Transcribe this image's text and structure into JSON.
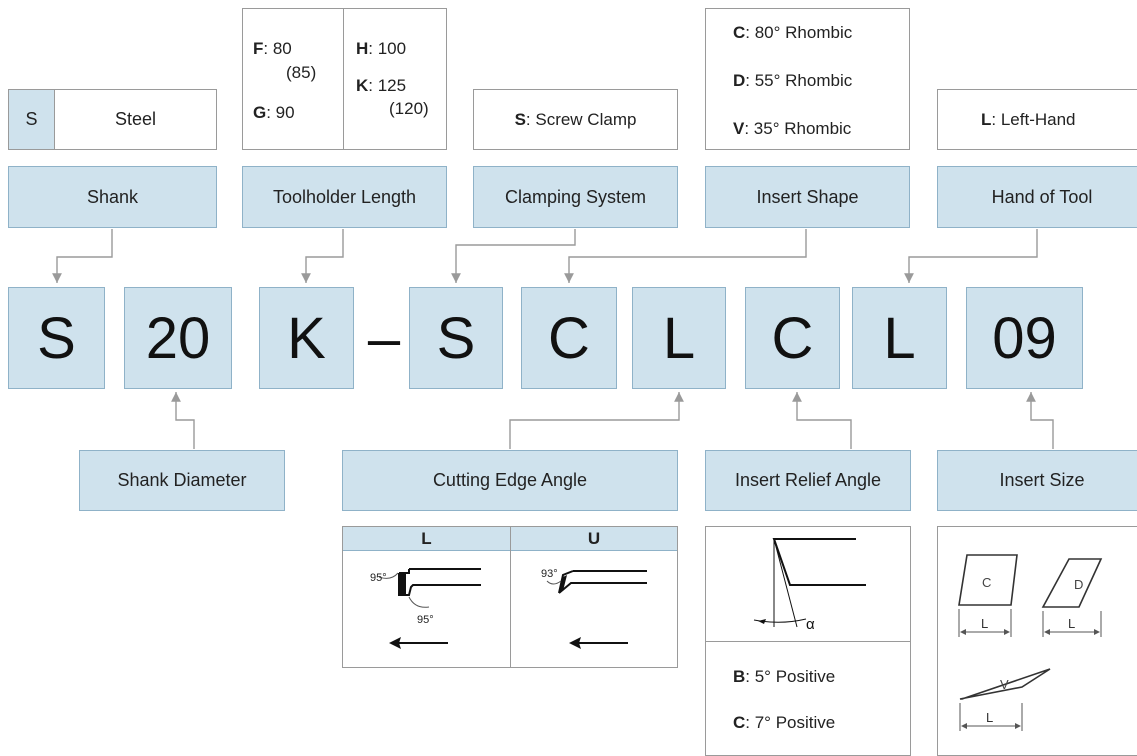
{
  "code": {
    "c1": "S",
    "c2": "20",
    "c3": "K",
    "dash": "–",
    "c4": "S",
    "c5": "C",
    "c6": "L",
    "c7": "C",
    "c8": "L",
    "c9": "09"
  },
  "labels": {
    "shank": "Shank",
    "toolholder_length": "Toolholder Length",
    "clamping_system": "Clamping System",
    "insert_shape": "Insert Shape",
    "hand_of_tool": "Hand of Tool",
    "shank_diameter": "Shank Diameter",
    "cutting_edge_angle": "Cutting Edge Angle",
    "insert_relief_angle": "Insert Relief Angle",
    "insert_size": "Insert Size"
  },
  "shank_opt": {
    "code": "S",
    "text": "Steel"
  },
  "length_opt": {
    "f_code": "F",
    "f_val": ": 80",
    "f_alt": "(85)",
    "g_code": "G",
    "g_val": ": 90",
    "h_code": "H",
    "h_val": ": 100",
    "k_code": "K",
    "k_val": ": 125",
    "k_alt": "(120)"
  },
  "clamp_opt": {
    "code": "S",
    "text": ": Screw Clamp"
  },
  "shape_opt": [
    {
      "code": "C",
      "text": ": 80° Rhombic"
    },
    {
      "code": "D",
      "text": ": 55° Rhombic"
    },
    {
      "code": "V",
      "text": ": 35° Rhombic"
    }
  ],
  "hand_opt": {
    "code": "L",
    "text": ": Left-Hand"
  },
  "edge_table": {
    "col_l": "L",
    "col_u": "U",
    "l_angle1": "95°",
    "l_angle2": "95°",
    "u_angle": "93°"
  },
  "relief": {
    "alpha": "α",
    "b_code": "B",
    "b_text": ": 5° Positive",
    "c_code": "C",
    "c_text": ": 7° Positive"
  },
  "size": {
    "c_label": "C",
    "d_label": "D",
    "v_label": "V",
    "l1": "L",
    "l2": "L",
    "l3": "L"
  },
  "colors": {
    "label_fill": "#cfe2ed",
    "label_border": "#8fb2c8",
    "connector": "#9a9a9a"
  }
}
